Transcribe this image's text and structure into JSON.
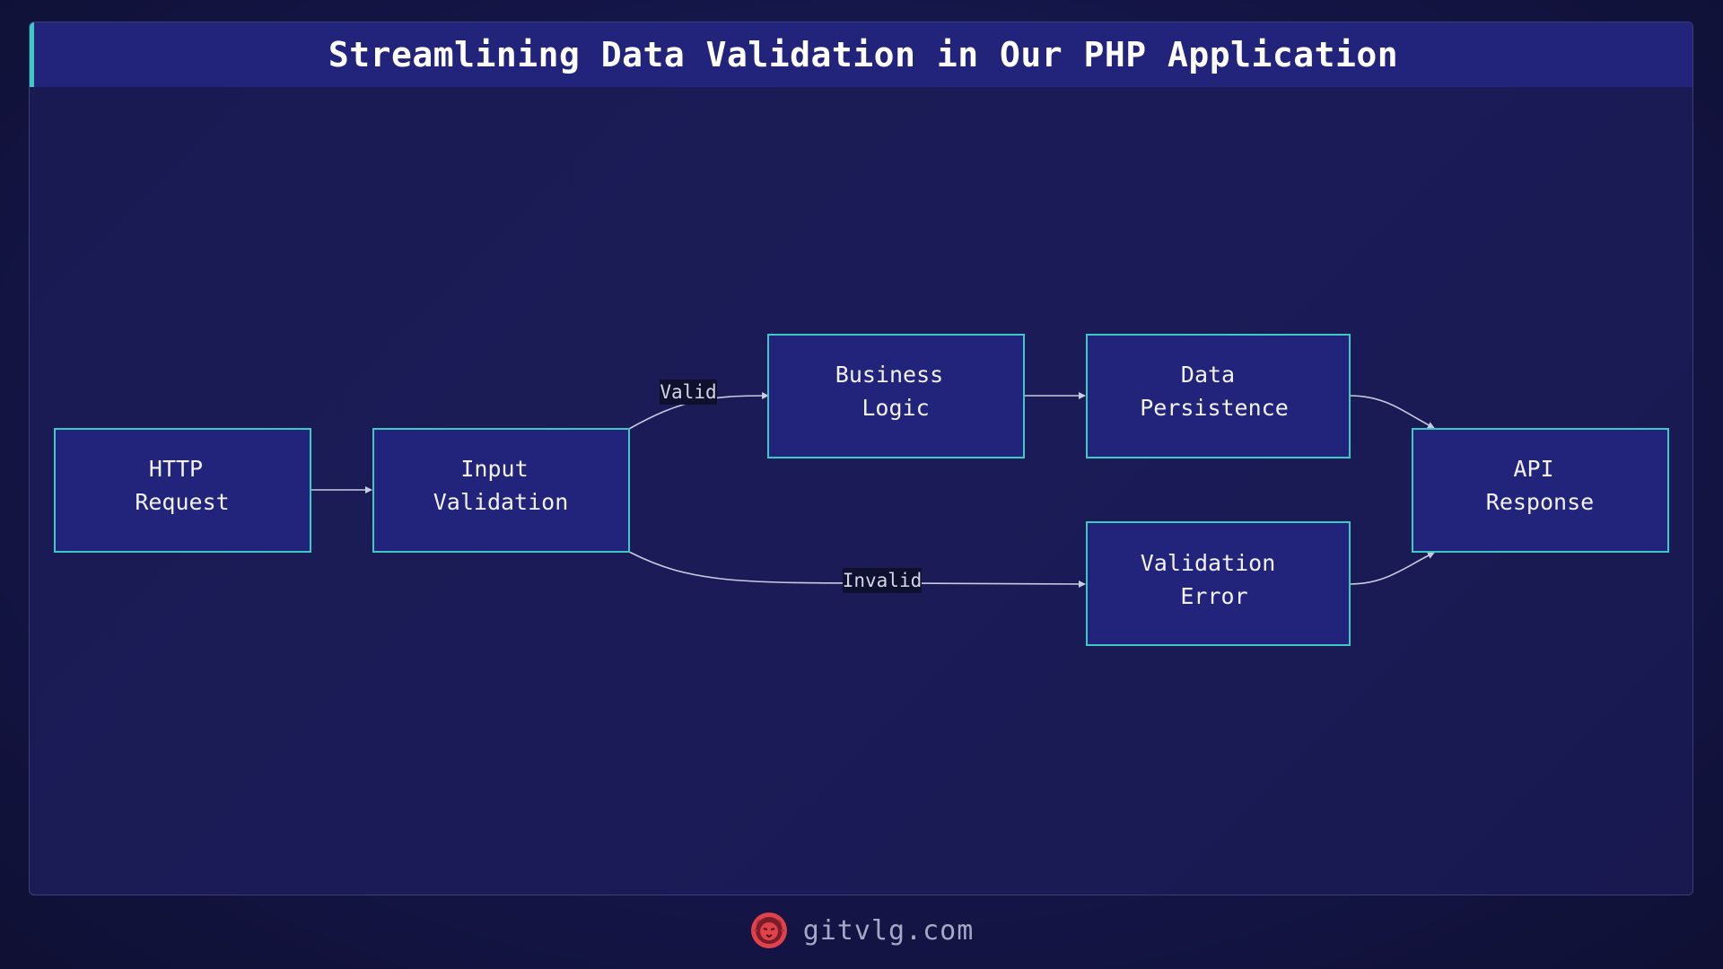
{
  "title": "Streamlining Data Validation in Our PHP Application",
  "colors": {
    "background": "#15164a",
    "node_fill": "#22237a",
    "node_stroke": "#3ec9c7",
    "edge": "#c9cbe0",
    "logo": "#e0424a"
  },
  "nodes": {
    "http_request": {
      "line1": "HTTP",
      "line2": "Request"
    },
    "input_validation": {
      "line1": "Input",
      "line2": "Validation"
    },
    "business_logic": {
      "line1": "Business",
      "line2": "Logic"
    },
    "data_persistence": {
      "line1": "Data",
      "line2": "Persistence"
    },
    "validation_error": {
      "line1": "Validation",
      "line2": "Error"
    },
    "api_response": {
      "line1": "API",
      "line2": "Response"
    }
  },
  "edges": {
    "valid_label": "Valid",
    "invalid_label": "Invalid"
  },
  "footer": {
    "site": "gitvlg.com",
    "logo_icon": "lion-head-icon"
  }
}
